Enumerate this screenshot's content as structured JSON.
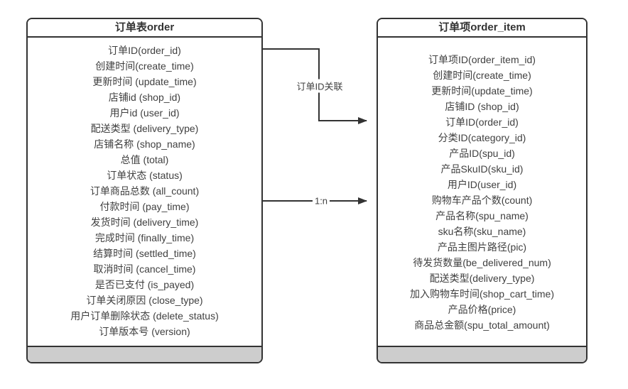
{
  "diagram": {
    "tables": {
      "order": {
        "title": "订单表order",
        "fields": [
          "订单ID(order_id)",
          "创建时间(create_time)",
          "更新时间 (update_time)",
          "店铺id (shop_id)",
          "用户id (user_id)",
          "配送类型 (delivery_type)",
          "店铺名称 (shop_name)",
          "总值 (total)",
          "订单状态 (status)",
          "订单商品总数 (all_count)",
          "付款时间 (pay_time)",
          "发货时间 (delivery_time)",
          "完成时间 (finally_time)",
          "结算时间 (settled_time)",
          "取消时间 (cancel_time)",
          "是否已支付 (is_payed)",
          "订单关闭原因 (close_type)",
          "用户订单删除状态 (delete_status)",
          "订单版本号 (version)"
        ]
      },
      "order_item": {
        "title": "订单项order_item",
        "fields": [
          "订单项ID(order_item_id)",
          "创建时间(create_time)",
          "更新时间(update_time)",
          "店铺ID (shop_id)",
          "订单ID(order_id)",
          "分类ID(category_id)",
          "产品ID(spu_id)",
          "产品SkuID(sku_id)",
          "用户ID(user_id)",
          "购物车产品个数(count)",
          "产品名称(spu_name)",
          "sku名称(sku_name)",
          "产品主图片路径(pic)",
          "待发货数量(be_delivered_num)",
          "配送类型(delivery_type)",
          "加入购物车时间(shop_cart_time)",
          "产品价格(price)",
          "商品总金额(spu_total_amount)"
        ]
      }
    },
    "connectors": {
      "order_id_link": {
        "label": "订单ID关联"
      },
      "cardinality": {
        "label": "1:n"
      }
    },
    "colors": {
      "stroke": "#333333",
      "text": "#404040",
      "footer_bg": "#cdcdcd",
      "background": "#ffffff"
    }
  }
}
